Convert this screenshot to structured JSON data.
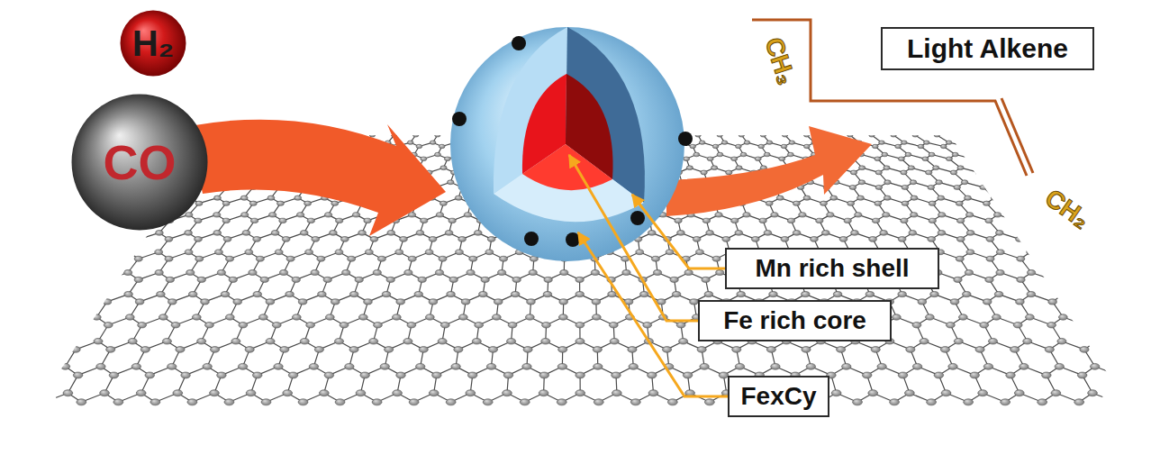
{
  "diagram": {
    "nodes": [
      {
        "text": [
          "H₂"
        ]
      },
      {
        "text": [
          "CO"
        ]
      },
      {
        "text": [
          "Light Alkene"
        ]
      },
      {
        "text": [
          "Mn rich shell"
        ]
      },
      {
        "text": [
          "Fe rich core"
        ]
      },
      {
        "text": [
          "FexCy"
        ]
      }
    ],
    "labels": [
      "CH₃",
      "CH₂"
    ]
  }
}
